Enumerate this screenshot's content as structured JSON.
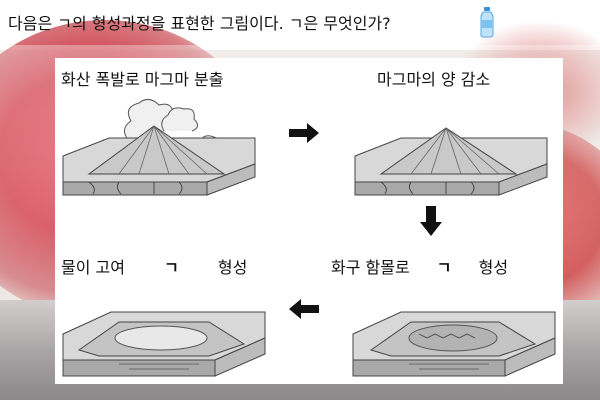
{
  "question": "다음은 ㄱ의 형성과정을 표현한 그림이다. ㄱ은 무엇인가?",
  "steps": [
    {
      "label": "화산 폭발로 마그마 분출"
    },
    {
      "label": "마그마의 양 감소"
    },
    {
      "label": "화구 함몰로",
      "blank": "ㄱ",
      "suffix": "형성"
    },
    {
      "label": "물이 고여",
      "blank": "ㄱ",
      "suffix": "형성"
    }
  ],
  "colors": {
    "lava": "#cf3340",
    "arrow": "#111111"
  }
}
